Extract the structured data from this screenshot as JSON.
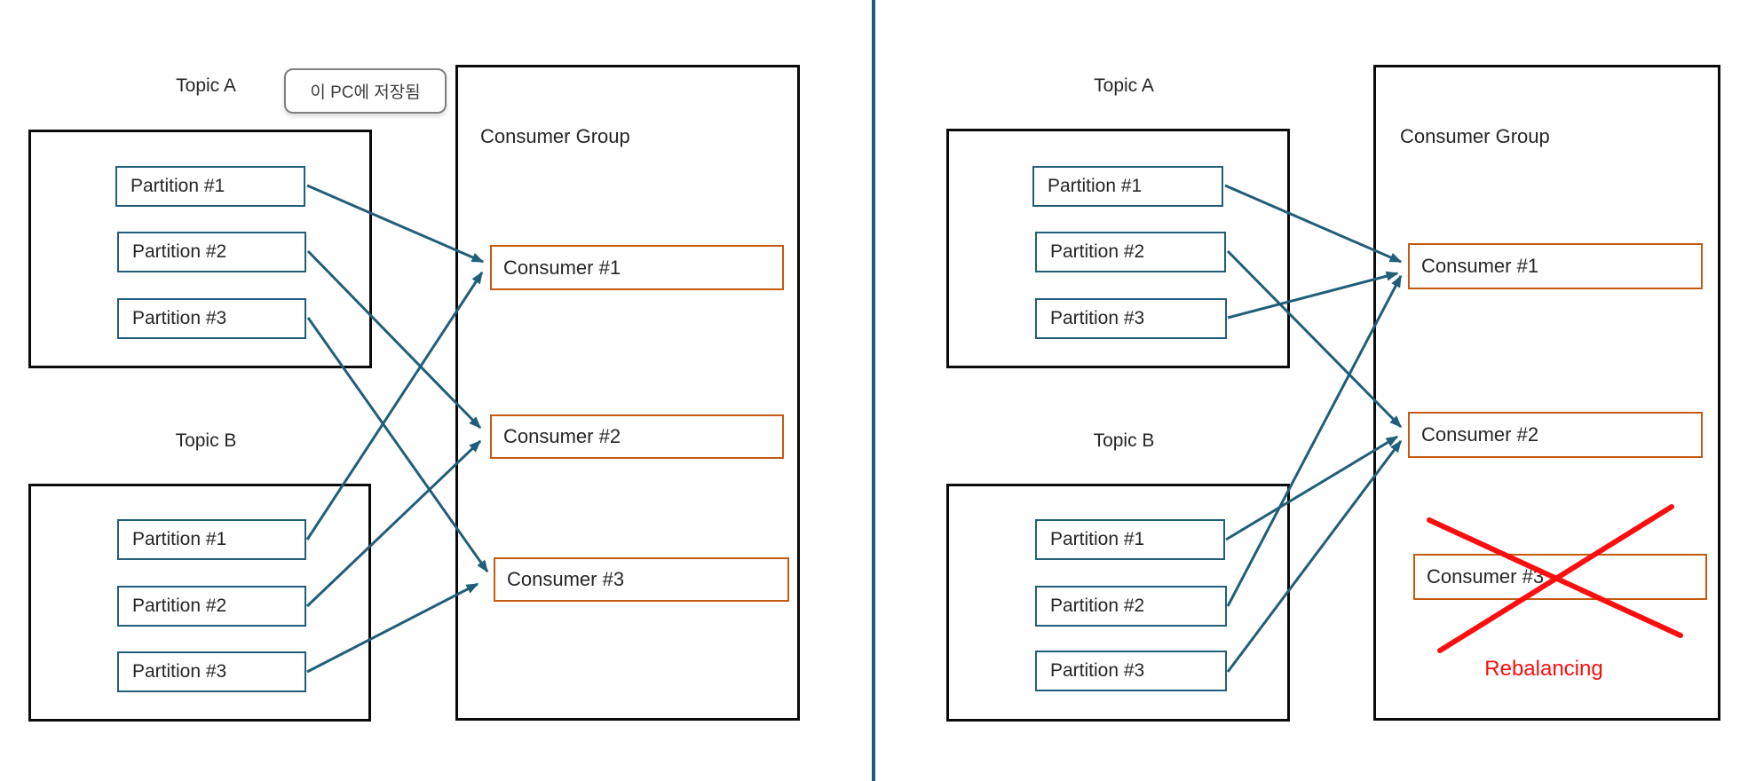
{
  "tooltip": {
    "text": "이 PC에 저장됨"
  },
  "left": {
    "topic_a": {
      "label": "Topic A",
      "partitions": [
        "Partition #1",
        "Partition #2",
        "Partition #3"
      ]
    },
    "topic_b": {
      "label": "Topic B",
      "partitions": [
        "Partition #1",
        "Partition #2",
        "Partition #3"
      ]
    },
    "consumer_group": {
      "label": "Consumer Group",
      "consumers": [
        "Consumer #1",
        "Consumer #2",
        "Consumer #3"
      ]
    },
    "connections": [
      {
        "from": "Topic A / Partition #1",
        "to": "Consumer #1"
      },
      {
        "from": "Topic A / Partition #2",
        "to": "Consumer #2"
      },
      {
        "from": "Topic A / Partition #3",
        "to": "Consumer #3"
      },
      {
        "from": "Topic B / Partition #1",
        "to": "Consumer #1"
      },
      {
        "from": "Topic B / Partition #2",
        "to": "Consumer #2"
      },
      {
        "from": "Topic B / Partition #3",
        "to": "Consumer #3"
      }
    ]
  },
  "right": {
    "topic_a": {
      "label": "Topic A",
      "partitions": [
        "Partition #1",
        "Partition #2",
        "Partition #3"
      ]
    },
    "topic_b": {
      "label": "Topic B",
      "partitions": [
        "Partition #1",
        "Partition #2",
        "Partition #3"
      ]
    },
    "consumer_group": {
      "label": "Consumer Group",
      "consumers": [
        "Consumer #1",
        "Consumer #2",
        "Consumer #3"
      ]
    },
    "rebalancing_label": "Rebalancing",
    "crossed_out_consumer": "Consumer #3",
    "connections": [
      {
        "from": "Topic A / Partition #1",
        "to": "Consumer #1"
      },
      {
        "from": "Topic A / Partition #2",
        "to": "Consumer #2"
      },
      {
        "from": "Topic A / Partition #3",
        "to": "Consumer #1"
      },
      {
        "from": "Topic B / Partition #1",
        "to": "Consumer #2"
      },
      {
        "from": "Topic B / Partition #2",
        "to": "Consumer #1"
      },
      {
        "from": "Topic B / Partition #3",
        "to": "Consumer #2"
      }
    ]
  },
  "colors": {
    "arrow": "#205e7a",
    "partition_border": "#205e7a",
    "consumer_border": "#c55a11",
    "box_border": "#0a0a0a",
    "divider": "#1d5c7c",
    "cross": "#fa0f0f",
    "rebalancing_text": "#fa0f0f",
    "text": "#262626",
    "tooltip_border": "#7f7f7f",
    "tooltip_text": "#3d3d3d"
  }
}
